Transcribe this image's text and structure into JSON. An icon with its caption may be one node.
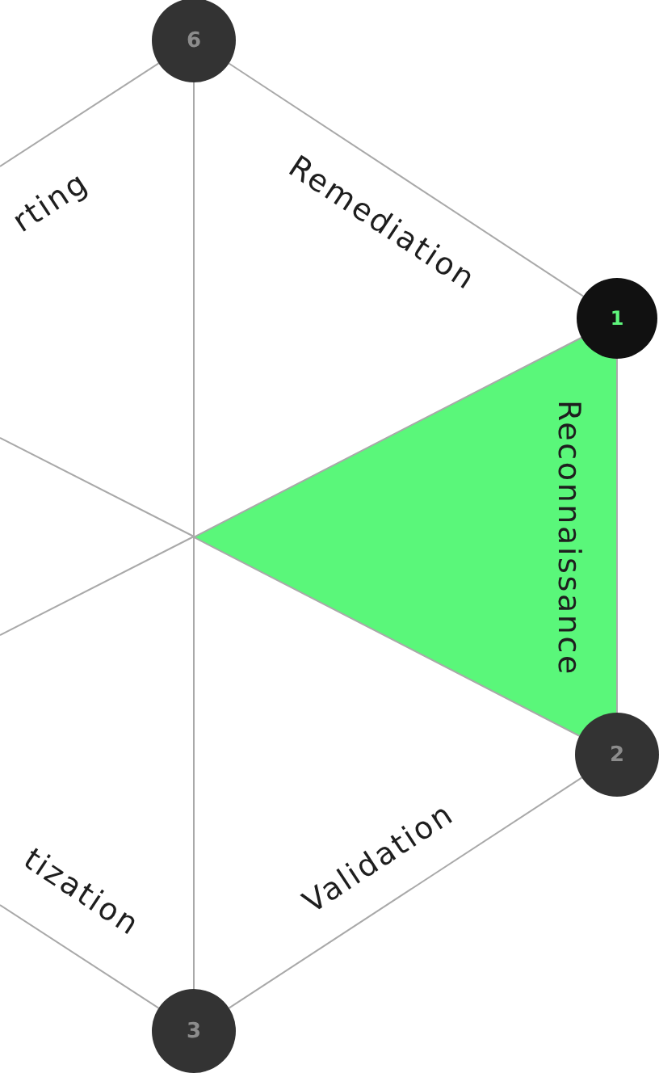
{
  "diagram": {
    "nodes": [
      {
        "text": [
          "6"
        ]
      },
      {
        "text": [
          "1"
        ]
      },
      {
        "text": [
          "2"
        ]
      },
      {
        "text": [
          "3"
        ]
      },
      {
        "text": [
          "Reconnaissance"
        ]
      }
    ],
    "edges": [
      {
        "from": 0,
        "to": 1,
        "arrow": "none",
        "label": "Remediation"
      },
      {
        "from": 1,
        "to": 2,
        "arrow": "none"
      },
      {
        "from": 2,
        "to": 3,
        "arrow": "none",
        "label": "Validation"
      },
      {
        "from": 3,
        "to": null,
        "arrow": "none",
        "label": "tization"
      },
      {
        "from": null,
        "to": 0,
        "arrow": "none",
        "label": "rting"
      },
      {
        "from": 0,
        "to": 4,
        "arrow": "none"
      },
      {
        "from": 3,
        "to": 4,
        "arrow": "none"
      },
      {
        "from": 4,
        "to": null,
        "arrow": "none"
      },
      {
        "from": 4,
        "to": null,
        "arrow": "none"
      }
    ]
  }
}
